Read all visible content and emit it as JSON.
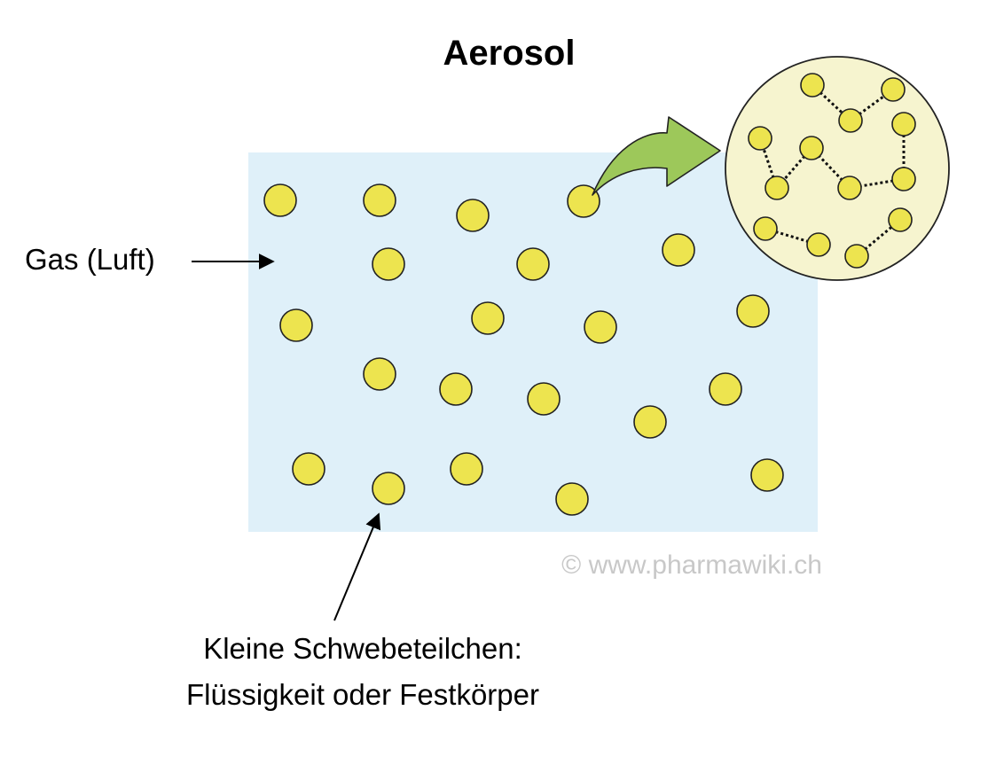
{
  "title": "Aerosol",
  "gas_label": "Gas (Luft)",
  "particle_label_line1": "Kleine Schwebeteilchen:",
  "particle_label_line2": "Flüssigkeit oder Festkörper",
  "watermark": "© www.pharmawiki.ch",
  "colors": {
    "gas_region": "#dff0f9",
    "particle": "#ede44f",
    "zoom_fill": "#f6f4cf",
    "arrow_fill": "#9dc85a",
    "arrow_stroke": "#222222"
  },
  "icons": {
    "zoom_arrow": "curved-arrow-icon",
    "pointer_arrow": "arrow-icon"
  }
}
